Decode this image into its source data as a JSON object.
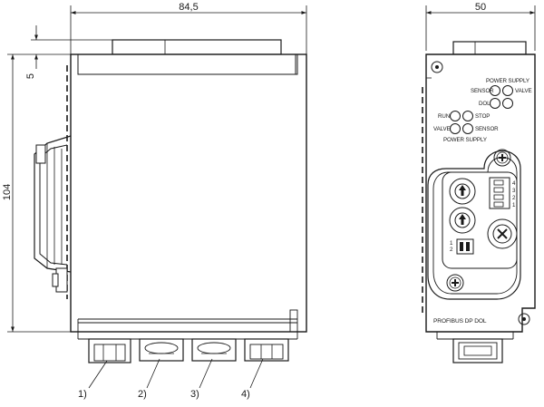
{
  "dimensions": {
    "side_width": "84,5",
    "front_width": "50",
    "total_height": "104",
    "top_offset": "5"
  },
  "front_labels": {
    "power_supply_top": "POWER SUPPLY",
    "sensor_top": "SENSOR",
    "valve_top": "VALVE",
    "dol": "DOL",
    "run": "RUN",
    "stop": "STOP",
    "valve_mid": "VALVE",
    "sensor_mid": "SENSOR",
    "power_supply_mid": "POWER SUPPLY",
    "model": "PROFIBUS DP DOL"
  },
  "dip_numbers": [
    "4",
    "3",
    "2",
    "1"
  ],
  "dip2_numbers": [
    "1",
    "2"
  ],
  "callouts": [
    "1)",
    "2)",
    "3)",
    "4)"
  ]
}
